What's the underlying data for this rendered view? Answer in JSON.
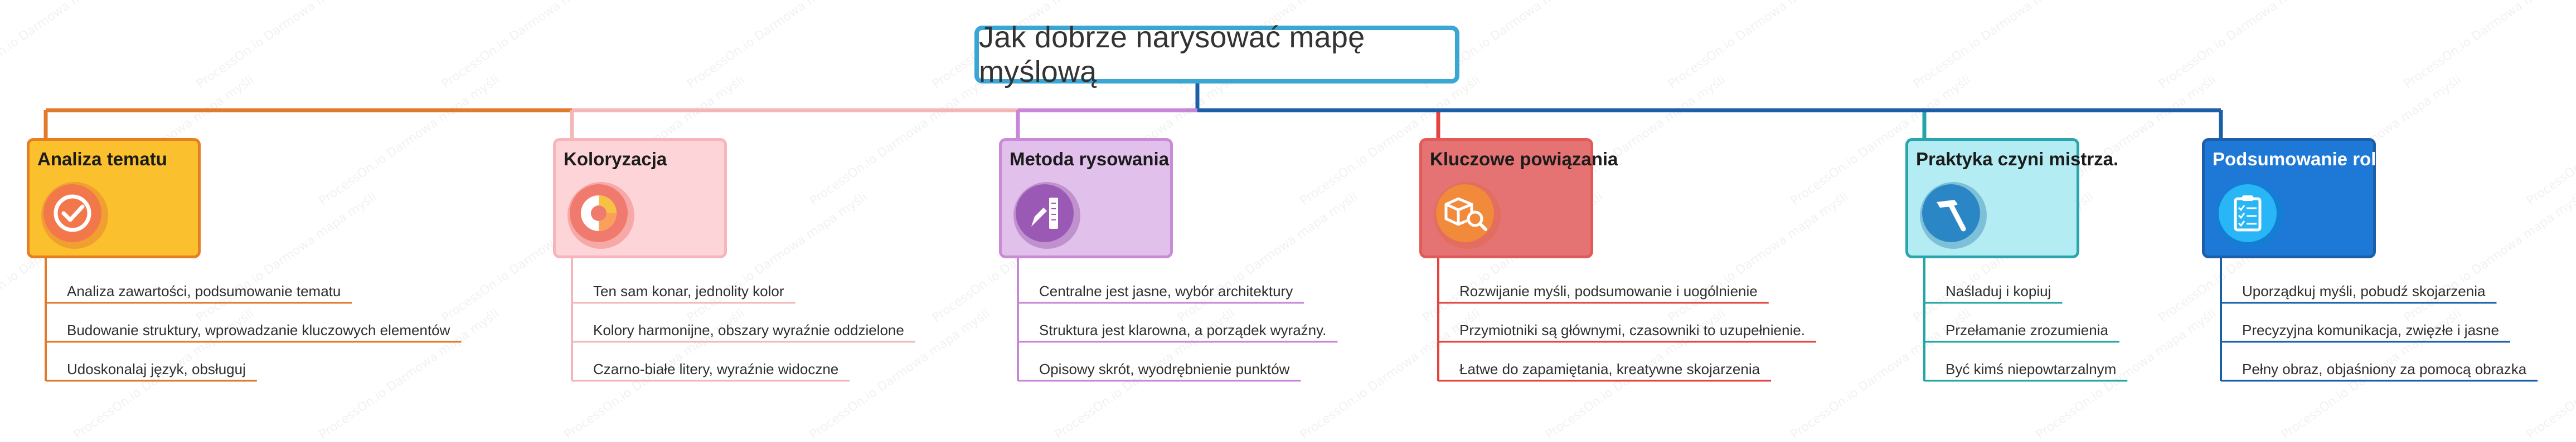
{
  "root": {
    "title": "Jak dobrze narysować mapę myślową"
  },
  "watermark": "ProcessOn.io Darmowa mapa myśli",
  "branches": [
    {
      "key": "analiza",
      "title": "Analiza tematu",
      "icon": "checkmark-icon",
      "colors": {
        "line": "#e27a2b",
        "fill": "#fbc02d",
        "border": "#e67e22",
        "iconFg": "#f2784b",
        "iconBg": "#e0603a"
      },
      "items": [
        "Analiza zawartości, podsumowanie tematu",
        "Budowanie struktury, wprowadzanie kluczowych elementów",
        "Udoskonalaj język, obsługuj"
      ]
    },
    {
      "key": "koloryzacja",
      "title": "Koloryzacja",
      "icon": "donut-chart-icon",
      "colors": {
        "line": "#f4b7b7",
        "fill": "#fdd5d8",
        "border": "#f7b4ba",
        "iconFg": "#f07a6e",
        "iconBg": "#e85a4e"
      },
      "items": [
        "Ten sam konar, jednolity kolor",
        "Kolory harmonijne, obszary wyraźnie oddzielone",
        "Czarno-białe litery, wyraźnie widoczne"
      ]
    },
    {
      "key": "metoda",
      "title": "Metoda rysowania",
      "icon": "pencil-ruler-icon",
      "colors": {
        "line": "#c886d9",
        "fill": "#e2c0ec",
        "border": "#c98ad8",
        "iconFg": "#9b59b6",
        "iconBg": "#7d3c98"
      },
      "items": [
        "Centralne jest jasne, wybór architektury",
        "Struktura jest klarowna, a porządek wyraźny.",
        "Opisowy skrót, wyodrębnienie punktów"
      ]
    },
    {
      "key": "kluczowe",
      "title": "Kluczowe powiązania",
      "icon": "cube-search-icon",
      "colors": {
        "line": "#e4443f",
        "fill": "#e57373",
        "border": "#e25a57",
        "iconFg": "#f28a3c",
        "iconBg": "#e0603a"
      },
      "items": [
        "Rozwijanie myśli, podsumowanie i uogólnienie",
        "Przymiotniki są głównymi, czasowniki to uzupełnienie.",
        "Łatwe do zapamiętania, kreatywne skojarzenia"
      ]
    },
    {
      "key": "praktyka",
      "title": "Praktyka czyni mistrza.",
      "icon": "hammer-icon",
      "colors": {
        "line": "#22a6a6",
        "fill": "#b3ecf3",
        "border": "#2aa5ad",
        "iconFg": "#2b86c5",
        "iconBg": "#1f6fa8"
      },
      "items": [
        "Naśladuj i kopiuj",
        "Przełamanie zrozumienia",
        "Być kimś niepowtarzalnym"
      ]
    },
    {
      "key": "podsumowanie",
      "title": "Podsumowanie roli",
      "icon": "clipboard-checklist-icon",
      "colors": {
        "line": "#1b5fa8",
        "fill": "#1e78d6",
        "border": "#1c5fa8",
        "iconFg": "#29b6f6",
        "iconBg": "#0288d1"
      },
      "items": [
        "Uporządkuj myśli, pobudź skojarzenia",
        "Precyzyjna komunikacja, zwięzłe i jasne",
        "Pełny obraz, objaśniony za pomocą obrazka"
      ]
    }
  ]
}
